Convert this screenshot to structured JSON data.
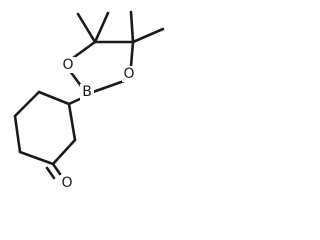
{
  "molecule": {
    "atoms": {
      "oxygen_left": "O",
      "oxygen_right": "O",
      "boron": "B",
      "oxygen_carbonyl": "O"
    }
  }
}
